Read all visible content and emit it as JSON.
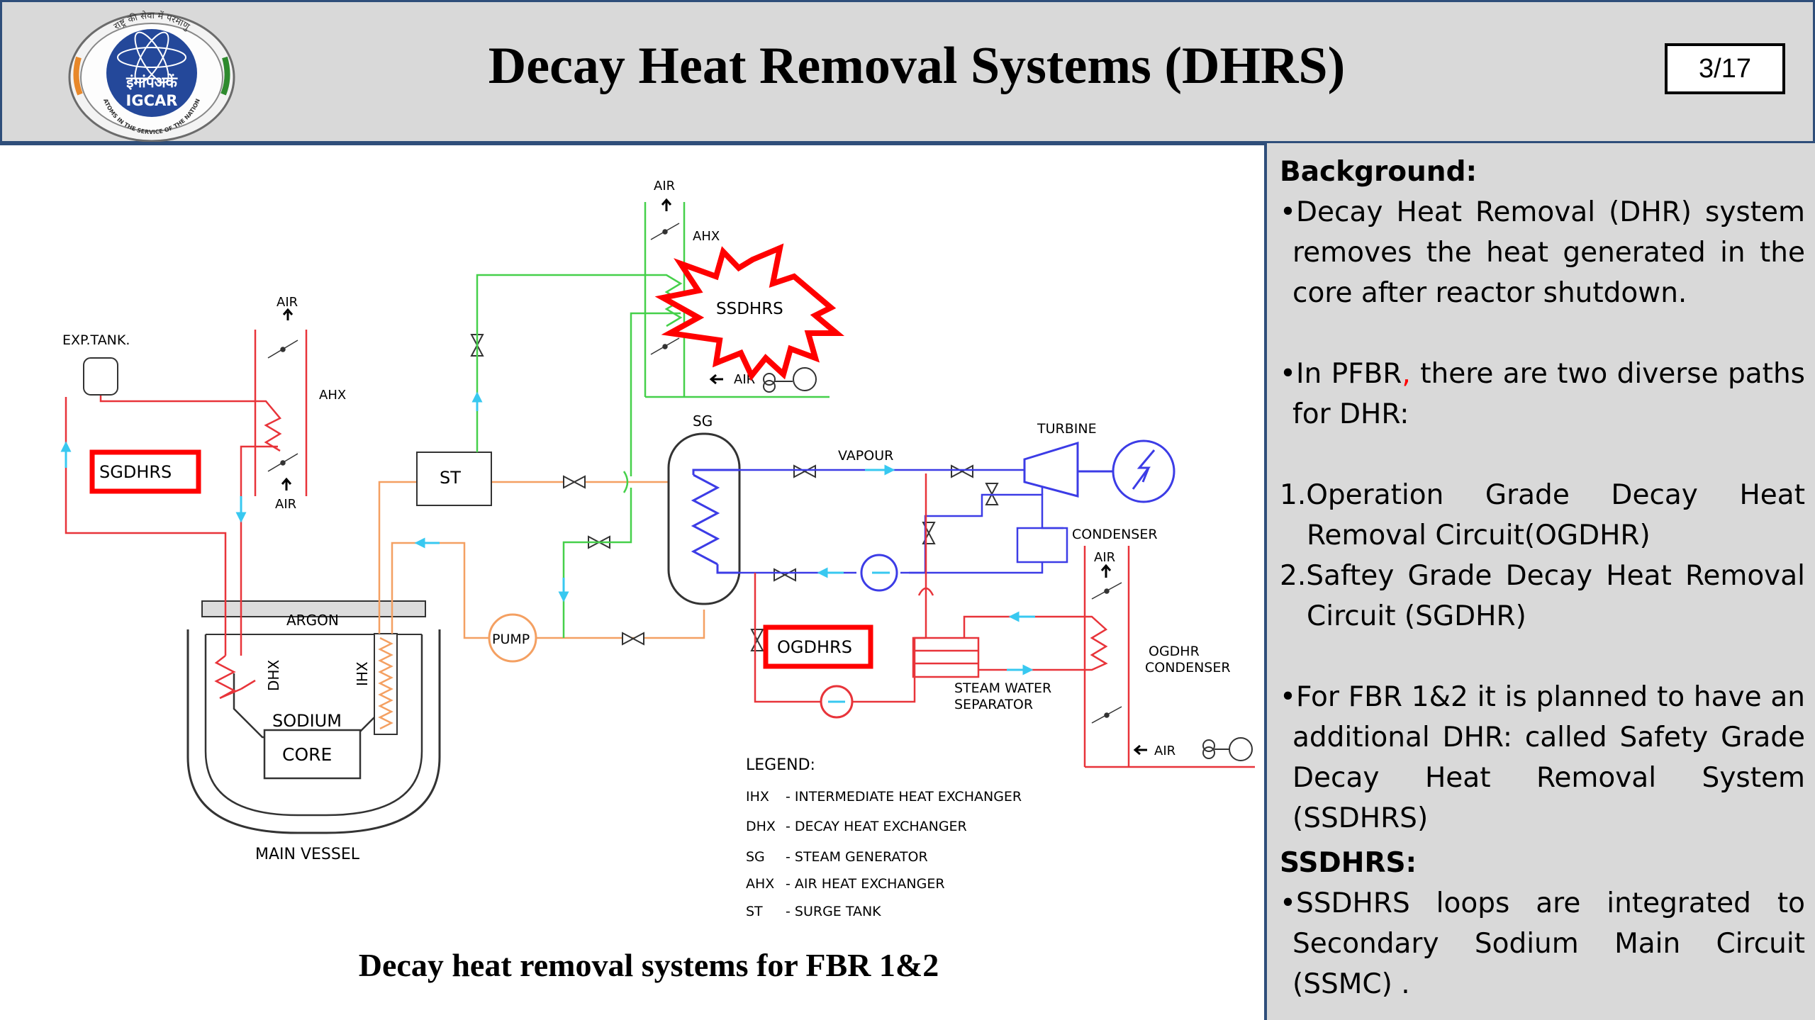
{
  "header": {
    "title": "Decay Heat Removal Systems (DHRS)",
    "page_indicator": "3/17",
    "logo": {
      "top_text": "राष्ट्र की सेवा में परमाणु",
      "hindi_name": "इंगांपअकें",
      "name": "IGCAR",
      "motto": "ATOMS IN THE SERVICE OF THE NATION"
    }
  },
  "diagram": {
    "caption": "Decay heat removal systems for FBR 1&2",
    "labels": {
      "air": "AIR",
      "ahx": "AHX",
      "exp_tank": "EXP.TANK.",
      "sgdhrs": "SGDHRS",
      "ssdhrs": "SSDHRS",
      "ogdhrs": "OGDHRS",
      "st": "ST",
      "sg": "SG",
      "vapour": "VAPOUR",
      "turbine": "TURBINE",
      "condenser": "CONDENSER",
      "pump": "PUMP",
      "argon": "ARGON",
      "dhx": "DHX",
      "ihx": "IHX",
      "sodium": "SODIUM",
      "core": "CORE",
      "main_vessel": "MAIN VESSEL",
      "steam_water_separator_1": "STEAM WATER",
      "steam_water_separator_2": "SEPARATOR",
      "ogdhr_condenser_1": "OGDHR",
      "ogdhr_condenser_2": "CONDENSER"
    },
    "legend": {
      "title": "LEGEND:",
      "items": [
        {
          "abbr": "IHX",
          "desc": "-  INTERMEDIATE HEAT EXCHANGER"
        },
        {
          "abbr": "DHX",
          "desc": "-  DECAY HEAT EXCHANGER"
        },
        {
          "abbr": "SG",
          "desc": "-  STEAM GENERATOR"
        },
        {
          "abbr": "AHX",
          "desc": "-  AIR HEAT EXCHANGER"
        },
        {
          "abbr": "ST",
          "desc": "-  SURGE TANK"
        }
      ]
    },
    "colors": {
      "primary_loop": "#e8343a",
      "secondary_loop": "#f4a062",
      "ssdhrs_loop": "#45d04a",
      "steam_water": "#3c3ce6",
      "flow_arrow": "#38c8f0",
      "highlight": "#ff0000"
    }
  },
  "panel": {
    "background_heading": "Background:",
    "para1": "•Decay Heat Removal (DHR) system removes the heat generated in the core after reactor shutdown.",
    "para2_a": "•In PFBR",
    "para2_b": ",",
    "para2_c": " there are two diverse paths for DHR:",
    "item1": "1.Operation Grade Decay Heat Removal Circuit(OGDHR)",
    "item2": "2.Saftey Grade Decay Heat Removal Circuit (SGDHR)",
    "para3": "•For FBR 1&2 it is planned to have an additional DHR: called Safety Grade Decay Heat Removal System (SSDHRS)",
    "ssdhrs_heading": "SSDHRS:",
    "para4": "•SSDHRS loops are integrated to Secondary Sodium Main Circuit (SSMC) ."
  }
}
